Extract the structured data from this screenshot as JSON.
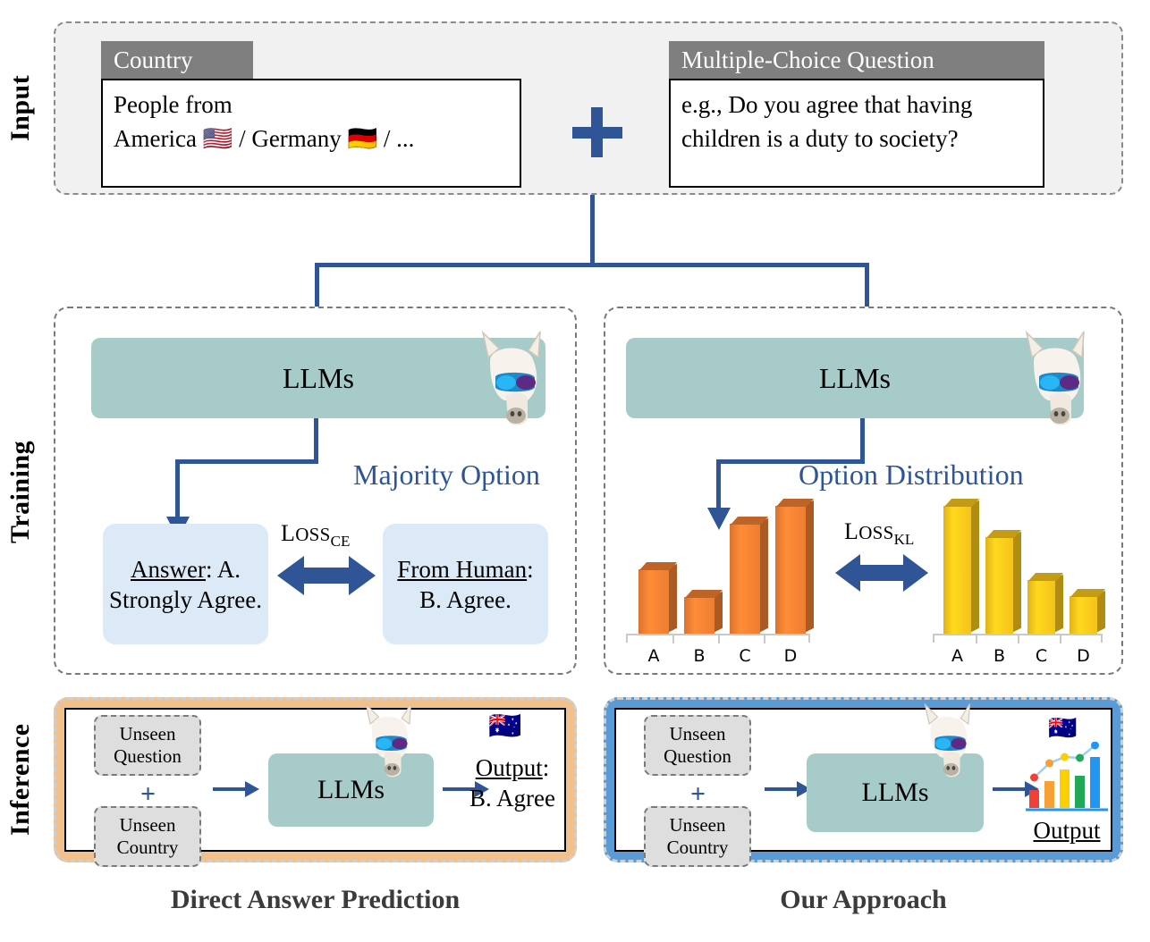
{
  "figure": {
    "stage_w": 1286,
    "stage_h": 1054
  },
  "colors": {
    "panel_bg": "#f1f1f1",
    "caption_bar": "#7f7f7f",
    "teal_llm": "#a6cbc8",
    "light_blue_box": "#dceaf7",
    "accent_blue": "#2f5596",
    "arrow_blue": "#2f5597",
    "orange_panel": "#f2c08a",
    "blue_panel": "#5b9bd5",
    "orange_bar": "#ed7d31",
    "yellow_bar": "#f5c21a",
    "dashed_border": "#7a7a7a"
  },
  "rows": {
    "input_label": "Input",
    "training_label": "Training",
    "inference_label": "Inference"
  },
  "input": {
    "country": {
      "caption": "Country",
      "line1": "People from",
      "line2_prefix": "America ",
      "flag_us": "🇺🇸",
      "sep1": " / Germany ",
      "flag_de": "🇩🇪",
      "sep2": " / ..."
    },
    "plus": "+",
    "question": {
      "caption": "Multiple-Choice Question",
      "line1": "e.g., Do you agree that having",
      "line2": "children is a duty to society?"
    }
  },
  "training": {
    "left": {
      "llm_label": "LLMs",
      "blue_label": "Majority Option",
      "loss_word": "L",
      "loss_rest": "OSS",
      "loss_sub": "CE",
      "prediction_box": {
        "title": "Answer",
        "title_tail": ": A.",
        "line2": "Strongly Agree."
      },
      "human_box": {
        "title": "From Human",
        "title_tail": ":",
        "line2": "B. Agree."
      }
    },
    "right": {
      "llm_label": "LLMs",
      "blue_label": "Option Distribution",
      "loss_word": "L",
      "loss_rest": "OSS",
      "loss_sub": "KL"
    }
  },
  "chart_data": [
    {
      "type": "bar",
      "name": "model-option-distribution",
      "title": "Option Distribution (model prediction)",
      "categories": [
        "A",
        "B",
        "C",
        "D"
      ],
      "values": [
        48,
        27,
        82,
        95
      ],
      "ylim": [
        0,
        100
      ],
      "color": "#ed7d31",
      "xlabel": "",
      "ylabel": "",
      "grid": false,
      "legend": "none"
    },
    {
      "type": "bar",
      "name": "human-option-distribution",
      "title": "Option Distribution (human reference)",
      "categories": [
        "A",
        "B",
        "C",
        "D"
      ],
      "values": [
        95,
        72,
        40,
        28
      ],
      "ylim": [
        0,
        100
      ],
      "color": "#f5c21a",
      "xlabel": "",
      "ylabel": "",
      "grid": false,
      "legend": "none"
    },
    {
      "type": "bar",
      "name": "output-icon-chart",
      "title": "Output",
      "categories": [
        "1",
        "2",
        "3",
        "4",
        "5"
      ],
      "values": [
        32,
        48,
        70,
        58,
        92
      ],
      "colors": [
        "#ef4136",
        "#f7a035",
        "#fad000",
        "#21a957",
        "#2196f3"
      ],
      "ylim": [
        0,
        100
      ],
      "grid": false,
      "legend": "none"
    }
  ],
  "inference": {
    "left": {
      "unseen_question_l1": "Unseen",
      "unseen_question_l2": "Question",
      "plus": "+",
      "unseen_country_l1": "Unseen",
      "unseen_country_l2": "Country",
      "llm_label": "LLMs",
      "flag_au": "🇦🇺",
      "output_title": "Output",
      "output_title_tail": ":",
      "output_value": "B. Agree"
    },
    "right": {
      "unseen_question_l1": "Unseen",
      "unseen_question_l2": "Question",
      "plus": "+",
      "unseen_country_l1": "Unseen",
      "unseen_country_l2": "Country",
      "llm_label": "LLMs",
      "flag_au": "🇦🇺",
      "output_title": "Output"
    }
  },
  "captions": {
    "left": "Direct Answer Prediction",
    "right": "Our Approach"
  }
}
